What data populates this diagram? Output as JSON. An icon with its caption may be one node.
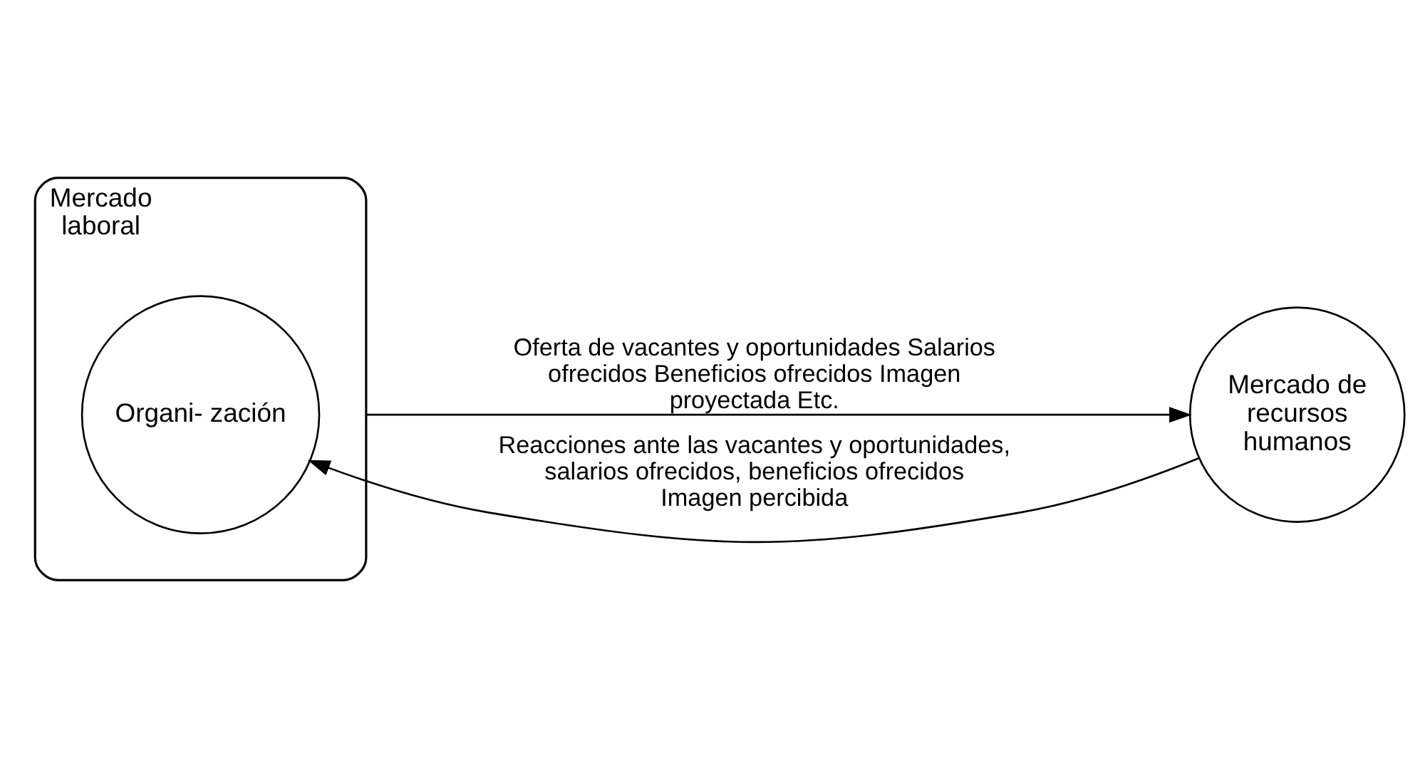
{
  "diagram": {
    "nodes": [
      {
        "text": [
          "Mercado laboral"
        ]
      },
      {
        "text": [
          "Organi- zación"
        ],
        "in": 0
      },
      {
        "text": [
          "Mercado de recursos humanos"
        ]
      }
    ],
    "edges": [
      {
        "from": 0,
        "to": 2,
        "arrow": "to",
        "label": "Oferta de vacantes y oportunidades Salarios ofrecidos Beneficios ofrecidos Imagen proyectada Etc."
      },
      {
        "from": 2,
        "to": 0,
        "arrow": "to",
        "label": "Reacciones ante las vacantes y oportunidades, salarios ofrecidos, beneficios ofrecidos Imagen percibida"
      }
    ]
  }
}
